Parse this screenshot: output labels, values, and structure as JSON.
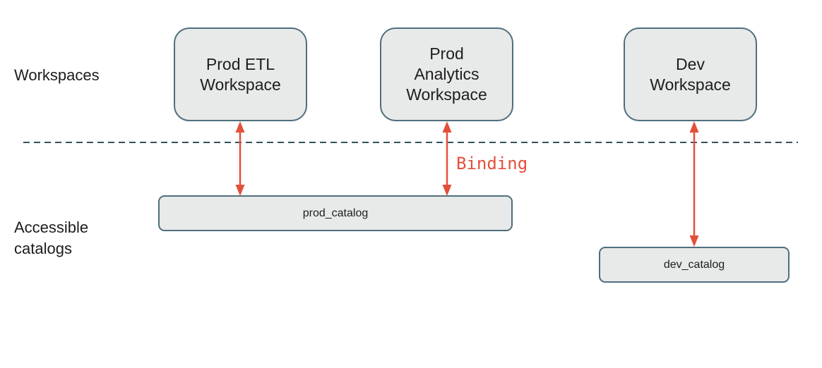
{
  "diagram": {
    "title_context": "Workspace to catalog binding diagram",
    "row_labels": {
      "workspaces": "Workspaces",
      "accessible_catalogs": "Accessible\ncatalogs"
    },
    "workspaces": [
      {
        "name": "prod-etl-workspace",
        "label": "Prod ETL\nWorkspace"
      },
      {
        "name": "prod-analytics-workspace",
        "label": "Prod\nAnalytics\nWorkspace"
      },
      {
        "name": "dev-workspace",
        "label": "Dev\nWorkspace"
      }
    ],
    "catalogs": [
      {
        "name": "prod-catalog",
        "label": "prod_catalog"
      },
      {
        "name": "dev-catalog",
        "label": "dev_catalog"
      }
    ],
    "binding_label": "Binding",
    "connections": [
      {
        "from": "prod-etl-workspace",
        "to": "prod_catalog",
        "style": "double-arrow"
      },
      {
        "from": "prod-analytics-workspace",
        "to": "prod_catalog",
        "style": "double-arrow",
        "annotation": "Binding"
      },
      {
        "from": "dev-workspace",
        "to": "dev_catalog",
        "style": "double-arrow"
      }
    ]
  },
  "colors": {
    "box_fill": "#e8e9e9",
    "box_border": "#4f6f7d",
    "dash_color": "#33525f",
    "arrow_red": "#e2503c",
    "text_dark": "#1d1d1f"
  }
}
